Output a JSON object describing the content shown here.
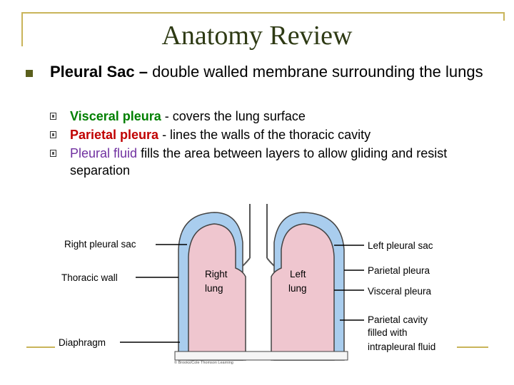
{
  "slide": {
    "title": "Anatomy Review",
    "bullet": {
      "term": "Pleural Sac",
      "dash": " – ",
      "rest": "double walled membrane surrounding the lungs"
    },
    "subitems": [
      {
        "term": "Visceral pleura",
        "rest": " - covers the lung surface"
      },
      {
        "term": "Parietal pleura",
        "rest": " - lines the walls of the thoracic cavity"
      },
      {
        "term": "Pleural fluid",
        "rest": " fills the area between layers to allow gliding and resist separation"
      }
    ]
  },
  "diagram": {
    "left_labels": {
      "right_pleural_sac": "Right pleural sac",
      "thoracic_wall": "Thoracic wall",
      "diaphragm": "Diaphragm"
    },
    "right_labels": {
      "left_pleural_sac": "Left pleural sac",
      "parietal_pleura": "Parietal pleura",
      "visceral_pleura": "Visceral pleura",
      "parietal_cavity_1": "Parietal cavity",
      "parietal_cavity_2": "filled with",
      "parietal_cavity_3": "intrapleural fluid"
    },
    "lung_labels": {
      "right_1": "Right",
      "right_2": "lung",
      "left_1": "Left",
      "left_2": "lung"
    },
    "credit": "© Brooks/Cole Thomson Learning",
    "colors": {
      "pleura_blue": "#a9cdee",
      "lung_pink": "#efc6cf",
      "outline": "#444444",
      "frame_gold": "#c9b45a"
    }
  }
}
